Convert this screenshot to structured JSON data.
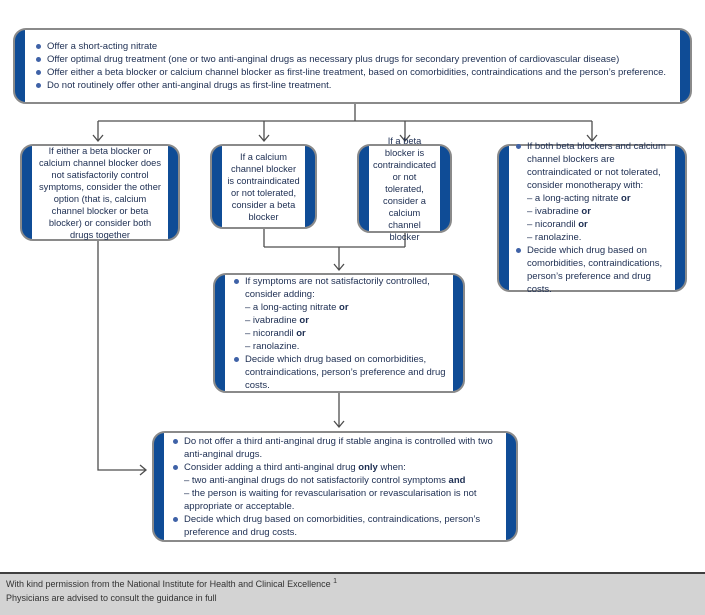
{
  "palette": {
    "box_cap_blue": "#0F4C96",
    "box_border_gray": "#8A8A8A",
    "bullet_blue": "#3F62A7",
    "text_navy": "#1D2E52",
    "connector_gray": "#4D4D4D",
    "footer_bg": "#D3D3D3"
  },
  "top_box": {
    "bullets": [
      "Offer a short-acting nitrate",
      "Offer optimal drug treatment (one or two anti-anginal drugs as necessary plus drugs for secondary prevention of cardiovascular disease)",
      "Offer either a beta blocker or calcium channel blocker as first-line treatment, based on comorbidities, contraindications and the person’s preference.",
      "Do not routinely offer other anti-anginal drugs as first-line treatment."
    ]
  },
  "box1": {
    "text": "If either a beta blocker or calcium channel blocker does not satisfactorily control symptoms, consider the other option (that is, calcium channel blocker or beta blocker) or consider both drugs together"
  },
  "box2": {
    "text": "If a calcium channel blocker is contraindicated or not tolerated, consider a beta blocker"
  },
  "box3": {
    "text": "If a beta blocker is contraindicated or not tolerated, consider a calcium channel blocker"
  },
  "box4": {
    "bullet1": "If both beta blockers and calcium channel blockers are contraindicated or not tolerated, consider monotherapy with:",
    "options": [
      {
        "text": "– a long-acting nitrate ",
        "bold": "or"
      },
      {
        "text": "– ivabradine ",
        "bold": "or"
      },
      {
        "text": "– nicorandil ",
        "bold": "or"
      },
      {
        "text": "– ranolazine.",
        "bold": ""
      }
    ],
    "bullet2": "Decide which drug based on comorbidities, contraindications, person’s preference and drug costs."
  },
  "mid_box": {
    "bullet1": "If symptoms are not satisfactorily controlled, consider adding:",
    "options": [
      {
        "text": "– a long-acting nitrate ",
        "bold": "or"
      },
      {
        "text": "– ivabradine ",
        "bold": "or"
      },
      {
        "text": "– nicorandil ",
        "bold": "or"
      },
      {
        "text": "– ranolazine.",
        "bold": ""
      }
    ],
    "bullet2": "Decide which drug based on comorbidities, contraindications, person’s preference and drug costs."
  },
  "bottom_box": {
    "bullet1": "Do not offer a third anti-anginal drug if stable angina is controlled with two anti-anginal drugs.",
    "bullet2_pre": "Consider adding a third anti-anginal drug ",
    "bullet2_bold": "only",
    "bullet2_post": " when:",
    "dash1_text": "– two anti-anginal drugs do not satisfactorily control symptoms ",
    "dash1_bold": "and",
    "dash2": "– the person is waiting for revascularisation or revascularisation is not appropriate or acceptable.",
    "bullet3": "Decide which drug based on comorbidities, contraindications, person’s preference and drug costs."
  },
  "footer": {
    "line1": "With kind permission from the National Institute for Health and Clinical Excellence",
    "sup": "1",
    "line2": "Physicians are advised to consult the guidance in full"
  }
}
